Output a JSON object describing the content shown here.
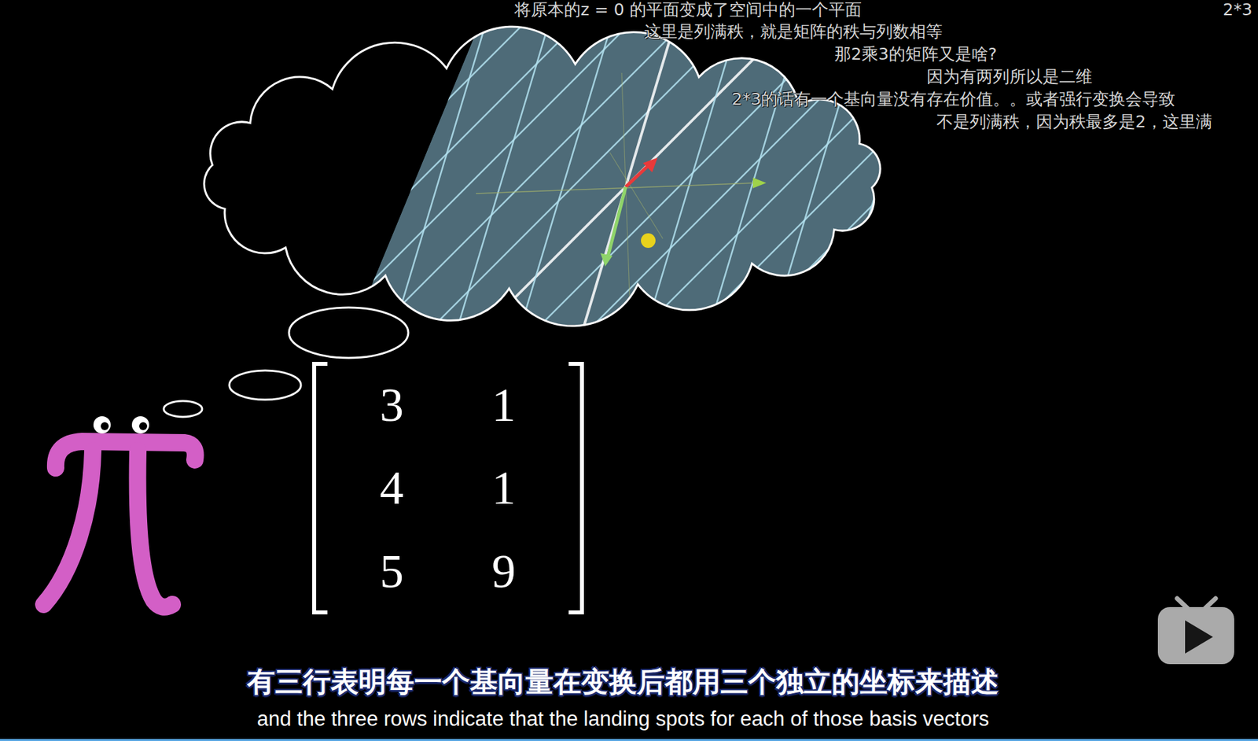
{
  "diagram": {
    "labels": [
      "将原本的z = 0 的平面变成了空间中的一个平面",
      "2*3",
      "这里是列满秩，就是矩阵的秩与列数相等",
      "那2乘3的矩阵又是啥?",
      "因为有两列所以是二维",
      "2*3的话有一个基向量没有存在价值。。或者强行变换会导致",
      "不是列满秩，因为秩最多是2，这里满",
      "3",
      "1",
      "4",
      "1",
      "5",
      "9",
      "有三行表明每一个基向量在变换后都用三个独立的坐标来描述",
      "and the three rows indicate that the landing spots for each of those basis vectors"
    ]
  }
}
